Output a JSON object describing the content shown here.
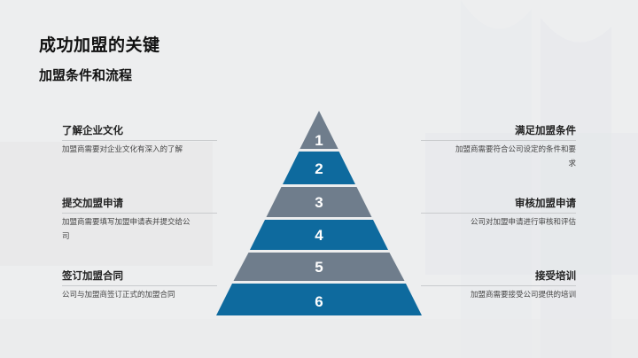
{
  "slide": {
    "title": "成功加盟的关键",
    "subtitle": "加盟条件和流程"
  },
  "pyramid": {
    "colors": {
      "gray": "#6f7d8c",
      "blue": "#0e6a9e"
    },
    "tiers": [
      "1",
      "2",
      "3",
      "4",
      "5",
      "6"
    ]
  },
  "items_left": [
    {
      "head": "了解企业文化",
      "desc": "加盟商需要对企业文化有深入的了解"
    },
    {
      "head": "提交加盟申请",
      "desc": "加盟商需要填写加盟申请表并提交给公司"
    },
    {
      "head": "签订加盟合同",
      "desc": "公司与加盟商签订正式的加盟合同"
    }
  ],
  "items_right": [
    {
      "head": "满足加盟条件",
      "desc": "加盟商需要符合公司设定的条件和要求"
    },
    {
      "head": "审核加盟申请",
      "desc": "公司对加盟申请进行审核和评估"
    },
    {
      "head": "接受培训",
      "desc": "加盟商需要接受公司提供的培训"
    }
  ]
}
